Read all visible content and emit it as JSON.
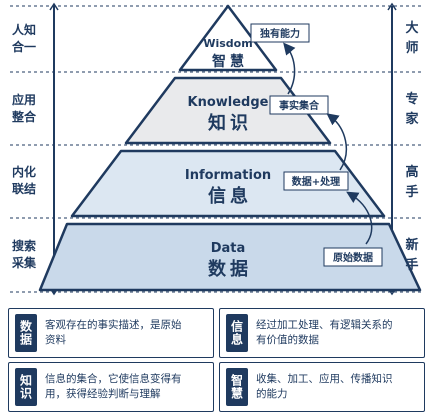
{
  "pyramid": {
    "levels": [
      {
        "en": "Wisdom",
        "zh": "智慧",
        "tag": "独有能力",
        "side": [
          "人知",
          "合一"
        ],
        "role": [
          "大",
          "师"
        ]
      },
      {
        "en": "Knowledge",
        "zh": "知识",
        "tag": "事实集合",
        "side": [
          "应用",
          "整合"
        ],
        "role": [
          "专",
          "家"
        ]
      },
      {
        "en": "Information",
        "zh": "信息",
        "tag": "数据+处理",
        "side": [
          "内化",
          "联结"
        ],
        "role": [
          "高",
          "手"
        ]
      },
      {
        "en": "Data",
        "zh": "数据",
        "tag": "原始数据",
        "side": [
          "搜索",
          "采集"
        ],
        "role": [
          "新",
          "手"
        ]
      }
    ]
  },
  "cards": [
    {
      "badge": "数据",
      "lines": [
        "客观存在的事实描述，是原始",
        "资料"
      ]
    },
    {
      "badge": "信息",
      "lines": [
        "经过加工处理、有逻辑关系的",
        "有价值的数据"
      ]
    },
    {
      "badge": "知识",
      "lines": [
        "信息的集合，它使信息变得有",
        "用，获得经验判断与理解"
      ]
    },
    {
      "badge": "智慧",
      "lines": [
        "收集、加工、应用、传播知识",
        "的能力"
      ]
    }
  ],
  "colors": {
    "navy": "#1f3a5f",
    "wisdom_fill": "#ffffff",
    "knowledge_fill": "#e9eaec",
    "information_fill": "#dce7f2",
    "data_fill": "#c9d9ea"
  }
}
